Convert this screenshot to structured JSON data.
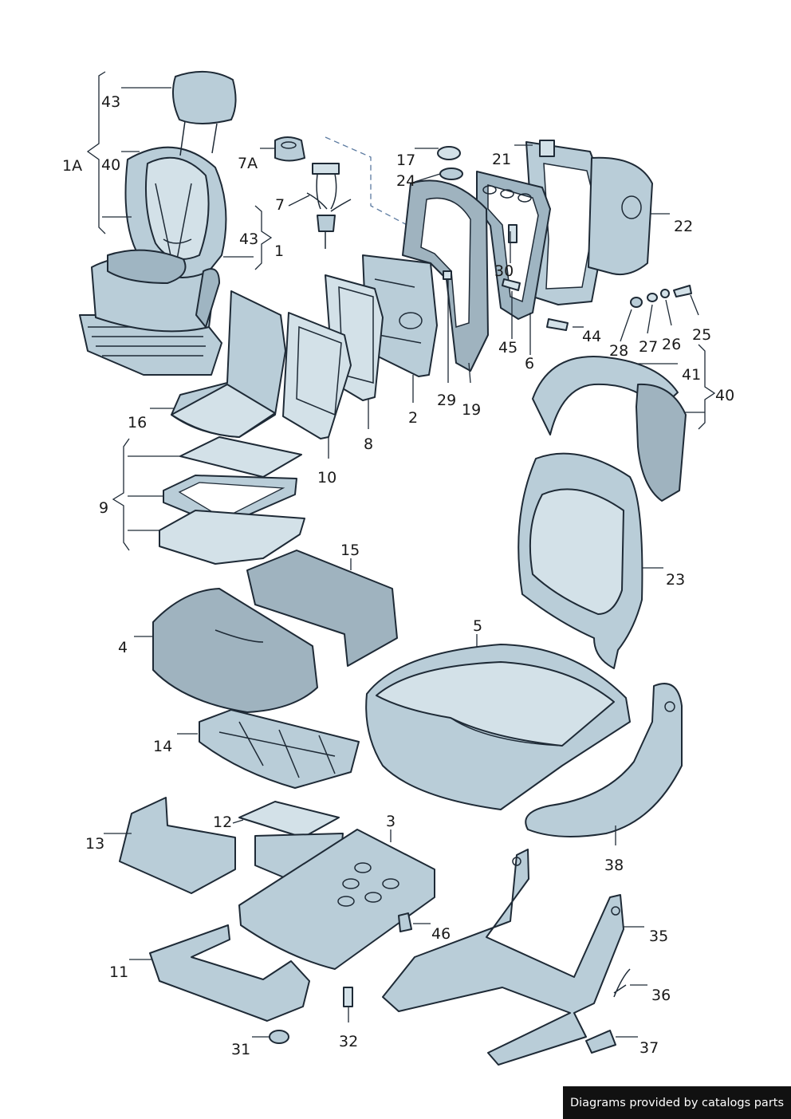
{
  "labels": {
    "l1A": "1A",
    "l43a": "43",
    "l40a": "40",
    "l43b": "43",
    "l1": "1",
    "l7A": "7A",
    "l7": "7",
    "l17": "17",
    "l24": "24",
    "l21": "21",
    "l22": "22",
    "l30": "30",
    "l45": "45",
    "l6": "6",
    "l44": "44",
    "l28": "28",
    "l27": "27",
    "l26": "26",
    "l25": "25",
    "l29": "29",
    "l19": "19",
    "l2": "2",
    "l8": "8",
    "l10": "10",
    "l16": "16",
    "l9": "9",
    "l41": "41",
    "l40b": "40",
    "l15": "15",
    "l23": "23",
    "l4": "4",
    "l5": "5",
    "l14": "14",
    "l12": "12",
    "l3": "3",
    "l13": "13",
    "l38": "38",
    "l46": "46",
    "l35": "35",
    "l11": "11",
    "l36": "36",
    "l31": "31",
    "l32": "32",
    "l37": "37"
  },
  "credit": "Diagrams provided by catalogs parts",
  "colors": {
    "part_fill": "#b9cdd8",
    "outline": "#1e2a36",
    "credit_bg": "#111111"
  }
}
